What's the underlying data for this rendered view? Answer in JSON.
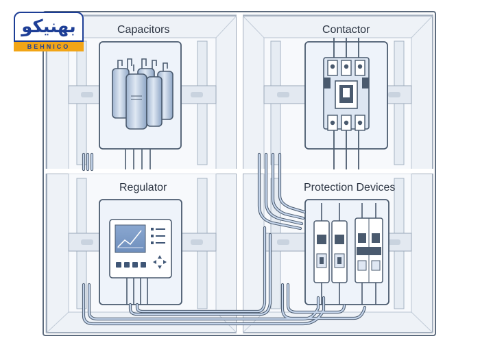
{
  "brand": {
    "logo_text": "بهنیکو",
    "logo_subtext": "BEHNICO",
    "colors": {
      "primary": "#1d3e96",
      "accent": "#f2a516"
    }
  },
  "panels": {
    "capacitors": {
      "label": "Capacitors"
    },
    "contactor": {
      "label": "Contactor"
    },
    "regulator": {
      "label": "Regulator"
    },
    "protection": {
      "label": "Protection Devices"
    }
  },
  "colors": {
    "frame": "#5d6b7d",
    "panel_fill": "#edf2f8",
    "wire": "#5577a8",
    "device_fill": "#eef3fa",
    "screen": "#7f9cc6"
  }
}
